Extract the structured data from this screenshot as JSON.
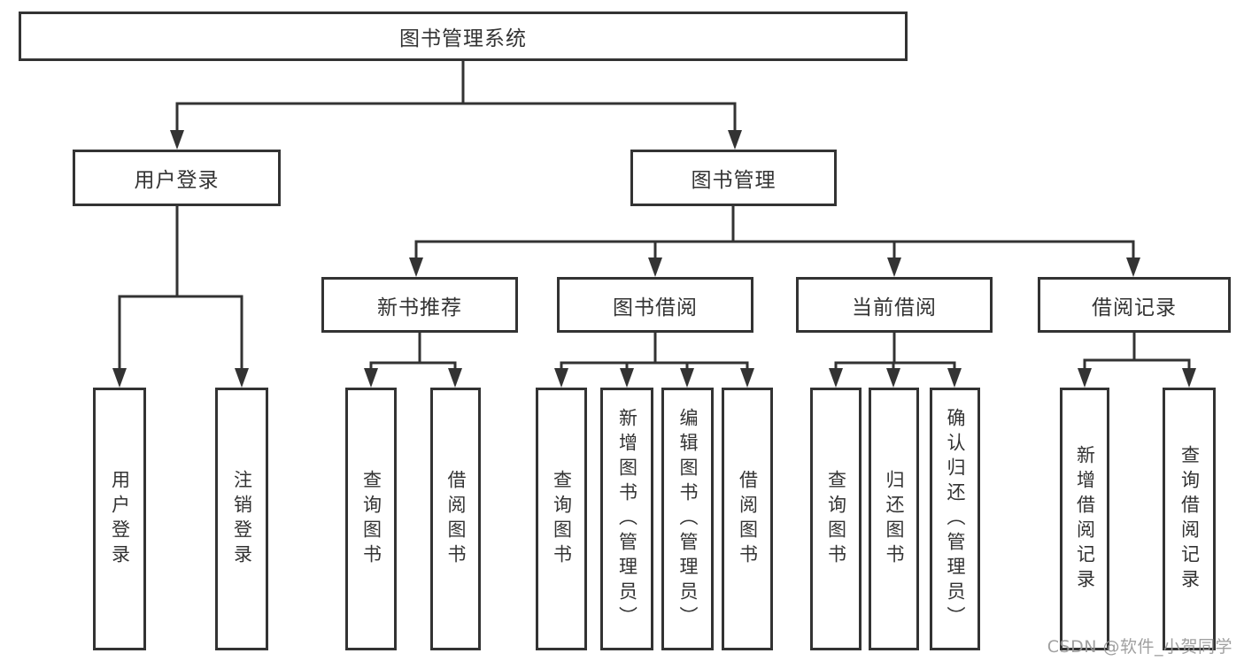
{
  "tree": {
    "root": {
      "label": "图书管理系统",
      "children": [
        {
          "label": "用户登录",
          "children": [
            {
              "label": "用户登录"
            },
            {
              "label": "注销登录"
            }
          ]
        },
        {
          "label": "图书管理",
          "children": [
            {
              "label": "新书推荐",
              "children": [
                {
                  "label": "查询图书"
                },
                {
                  "label": "借阅图书"
                }
              ]
            },
            {
              "label": "图书借阅",
              "children": [
                {
                  "label": "查询图书"
                },
                {
                  "label": "新增图书（管理员）"
                },
                {
                  "label": "编辑图书（管理员）"
                },
                {
                  "label": "借阅图书"
                }
              ]
            },
            {
              "label": "当前借阅",
              "children": [
                {
                  "label": "查询图书"
                },
                {
                  "label": "归还图书"
                },
                {
                  "label": "确认归还（管理员）"
                }
              ]
            },
            {
              "label": "借阅记录",
              "children": [
                {
                  "label": "新增借阅记录"
                },
                {
                  "label": "查询借阅记录"
                }
              ]
            }
          ]
        }
      ]
    }
  },
  "watermark": "CSDN @软件_小贺同学",
  "colors": {
    "line": "#333333",
    "text": "#333333",
    "watermark": "#989898",
    "background": "#ffffff"
  }
}
